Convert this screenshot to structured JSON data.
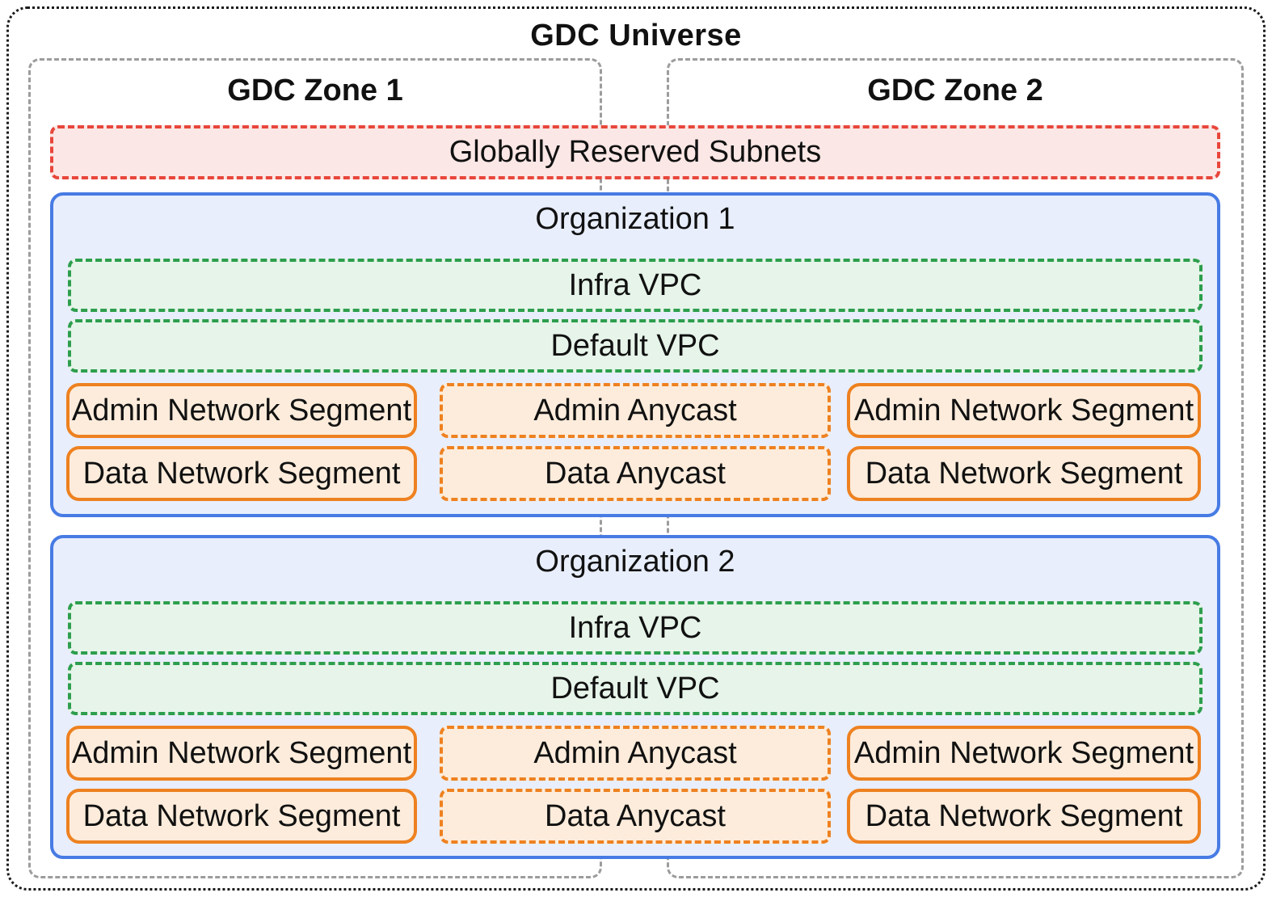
{
  "diagram": {
    "title": "GDC Universe",
    "zones": [
      {
        "label": "GDC Zone 1"
      },
      {
        "label": "GDC Zone 2"
      }
    ],
    "global_subnets": {
      "label": "Globally Reserved Subnets"
    },
    "organizations": [
      {
        "title": "Organization 1",
        "vpcs": [
          {
            "label": "Infra VPC"
          },
          {
            "label": "Default VPC"
          }
        ],
        "rows": [
          {
            "left": "Admin Network Segment",
            "center": "Admin Anycast",
            "right": "Admin Network Segment"
          },
          {
            "left": "Data Network Segment",
            "center": "Data Anycast",
            "right": "Data Network Segment"
          }
        ]
      },
      {
        "title": "Organization 2",
        "vpcs": [
          {
            "label": "Infra VPC"
          },
          {
            "label": "Default VPC"
          }
        ],
        "rows": [
          {
            "left": "Admin Network Segment",
            "center": "Admin Anycast",
            "right": "Admin Network Segment"
          },
          {
            "left": "Data Network Segment",
            "center": "Data Anycast",
            "right": "Data Network Segment"
          }
        ]
      }
    ],
    "colors": {
      "universe_border": "#1a1a1a",
      "zone_border": "#9c9c9c",
      "global_subnets_border": "#e8463b",
      "global_subnets_bg": "#fbe7e5",
      "org_border": "#477be4",
      "org_bg": "#e8eefc",
      "vpc_border": "#2d9e4d",
      "vpc_bg": "#e6f4e9",
      "segment_border": "#ee8120",
      "segment_bg": "#fdecdb"
    }
  }
}
